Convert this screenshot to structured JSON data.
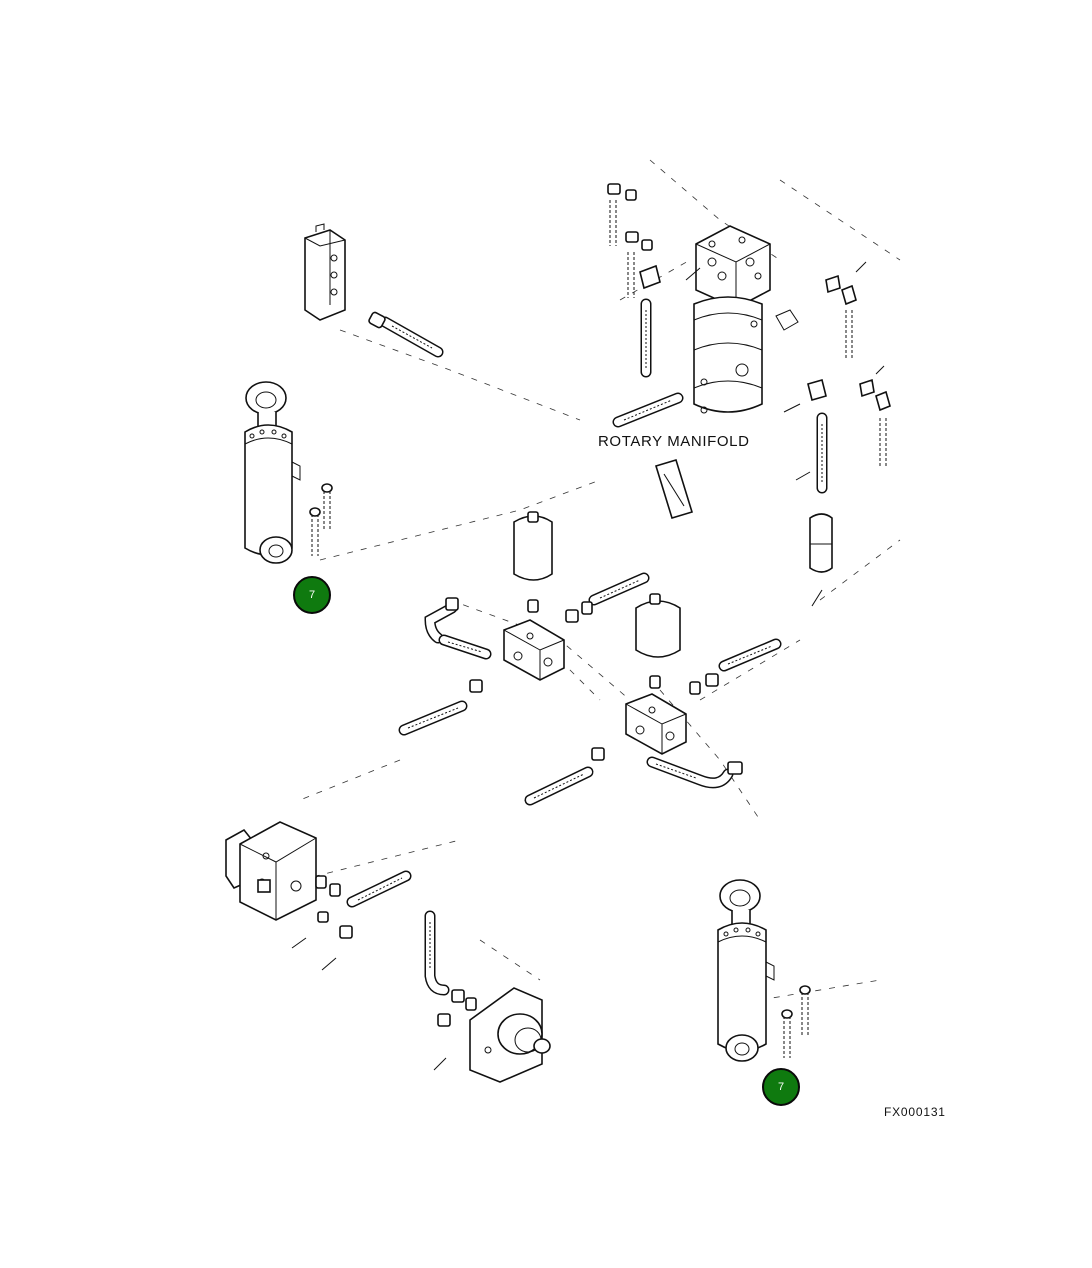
{
  "diagram": {
    "title_label": "ROTARY MANIFOLD",
    "figure_id": "FX000131",
    "callouts": [
      {
        "number": "7",
        "color": "#0f7a0f"
      },
      {
        "number": "7",
        "color": "#0f7a0f"
      }
    ]
  }
}
